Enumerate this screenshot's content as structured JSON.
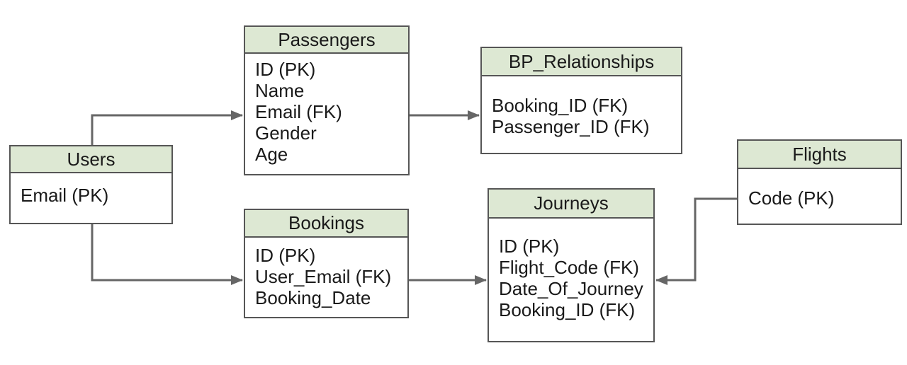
{
  "diagram": {
    "tables": [
      {
        "id": "users",
        "title": "Users",
        "fields": [
          "Email (PK)"
        ]
      },
      {
        "id": "passengers",
        "title": "Passengers",
        "fields": [
          "ID (PK)",
          "Name",
          "Email (FK)",
          "Gender",
          "Age"
        ]
      },
      {
        "id": "bp_relationships",
        "title": "BP_Relationships",
        "fields": [
          "Booking_ID (FK)",
          "Passenger_ID (FK)"
        ]
      },
      {
        "id": "bookings",
        "title": "Bookings",
        "fields": [
          "ID (PK)",
          "User_Email (FK)",
          "Booking_Date"
        ]
      },
      {
        "id": "journeys",
        "title": "Journeys",
        "fields": [
          "ID (PK)",
          "Flight_Code (FK)",
          "Date_Of_Journey",
          "Booking_ID (FK)"
        ]
      },
      {
        "id": "flights",
        "title": "Flights",
        "fields": [
          "Code (PK)"
        ]
      }
    ],
    "relationships": [
      {
        "from": "Users",
        "to": "Passengers"
      },
      {
        "from": "Users",
        "to": "Bookings"
      },
      {
        "from": "Passengers",
        "to": "BP_Relationships"
      },
      {
        "from": "Bookings",
        "to": "Journeys"
      },
      {
        "from": "Flights",
        "to": "Journeys"
      }
    ],
    "colors": {
      "header_fill": "#dde8d3",
      "border": "#565656",
      "connector": "#666666",
      "text": "#1a1a1a",
      "background": "#ffffff"
    }
  }
}
